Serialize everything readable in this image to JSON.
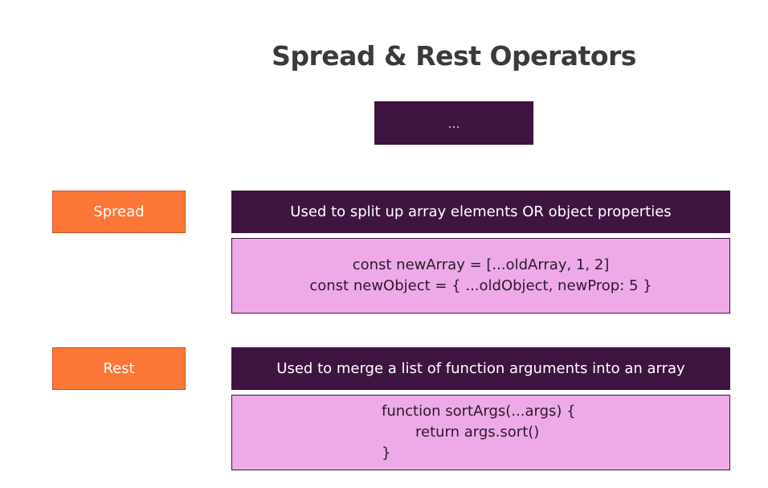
{
  "title": "Spread & Rest Operators",
  "operator_symbol": "...",
  "spread": {
    "label": "Spread",
    "description": "Used to split up array elements OR object properties",
    "code": [
      "const newArray = [...oldArray, 1, 2]",
      "const newObject = { ...oldObject, newProp: 5 }"
    ]
  },
  "rest": {
    "label": "Rest",
    "description": "Used to merge a list of function arguments into an array",
    "code": [
      "function sortArgs(...args) {",
      "return args.sort()",
      "}"
    ]
  },
  "colors": {
    "dark_purple": "#3e1541",
    "orange": "#fb7637",
    "pink": "#eeaae8",
    "title": "#3a3a3a"
  }
}
